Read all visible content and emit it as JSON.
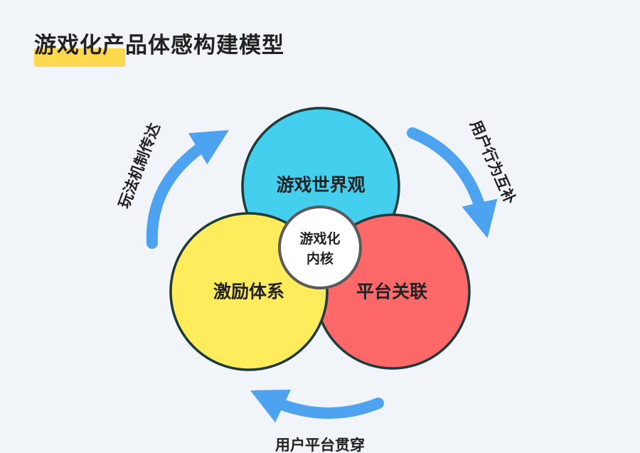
{
  "title": "游戏化产品体感构建模型",
  "colors": {
    "background": "#f1f5fa",
    "title_highlight": "#ffd94d",
    "text": "#222222",
    "outline": "#1d3b3b",
    "world_fill": "#45cfee",
    "incentive_fill": "#ffec5c",
    "platform_fill": "#ff6868",
    "core_fill": "#ffffff",
    "core_stroke": "#5a5a5a",
    "arrow": "#4ea3f1"
  },
  "circles": {
    "world": "游戏世界观",
    "incentive": "激励体系",
    "platform": "平台关联"
  },
  "core": {
    "line1": "游戏化",
    "line2": "内核"
  },
  "arrows": {
    "left": "玩法机制传达",
    "right": "用户行为互补",
    "bottom": "用户平台贯穿"
  }
}
